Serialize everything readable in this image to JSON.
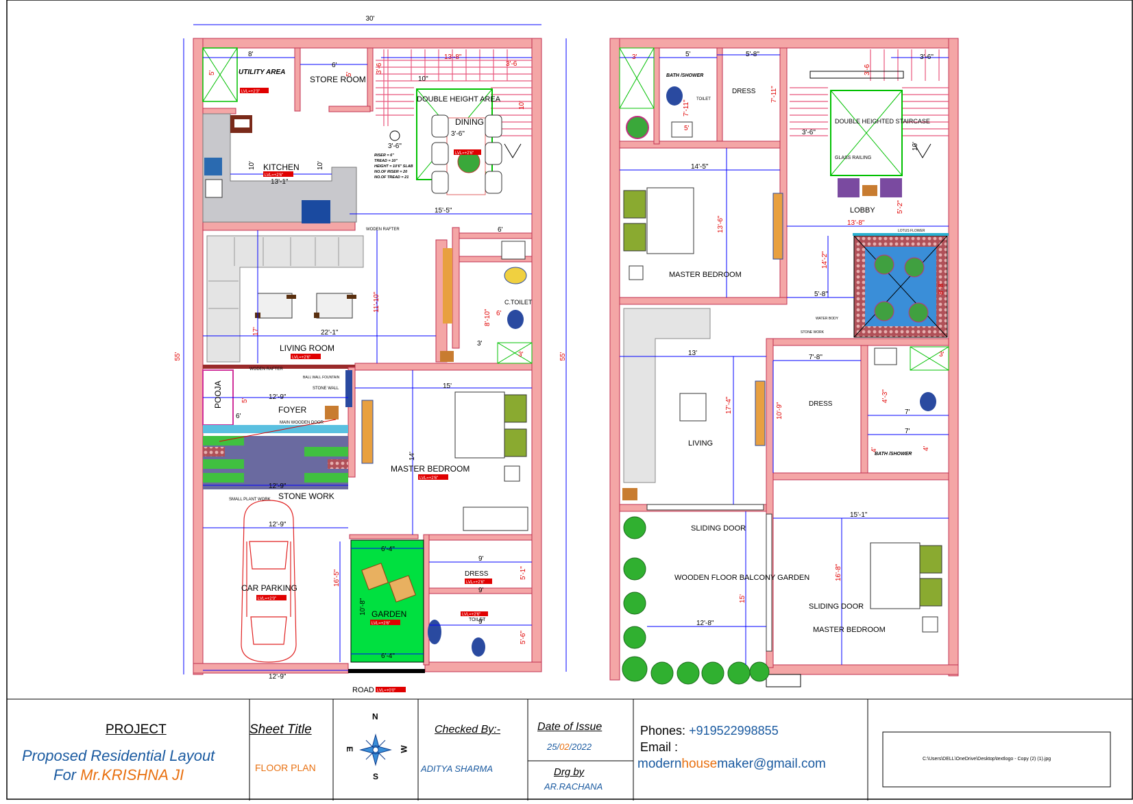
{
  "plan_left": {
    "dims": {
      "overall_width": "30'",
      "overall_height": "55'",
      "utility_w": "8'",
      "utility_h": "5'",
      "store_w": "6'",
      "store_h": "5'",
      "stair_top": "13'-8\"",
      "stair_side": "3'-6",
      "stair_left": "3'-6\"",
      "stair_tread": "10\"",
      "dining_h": "10'",
      "dining_w": "3'-6\"",
      "kitchen_w": "13'-1\"",
      "kitchen_h1": "10'",
      "kitchen_h2": "10'",
      "passage_w": "15'-5\"",
      "toilet_w": "6'",
      "toilet_h": "8'-10\"",
      "toilet_small": "6'",
      "wash_w": "3'",
      "wash_h": "3'",
      "living_w": "22'-1\"",
      "living_h1": "11'-10\"",
      "living_h2": "17'",
      "bedroom_w": "15'",
      "bedroom_h": "14'",
      "foyer_w": "12'-9\"",
      "foyer_h": "5'",
      "pooja_w": "6'",
      "stone_w": "12'-9\"",
      "car_w": "12'-9\"",
      "car_bottom": "12'-9\"",
      "garden_w_top": "6'-4\"",
      "garden_w_bottom": "6'-4\"",
      "garden_h": "10'-8\"",
      "side_h": "16'-5\"",
      "dress_w": "9'",
      "dress_w2": "9'",
      "dress_h": "5'-1\"",
      "toilet2_w": "9'",
      "toilet2_h": "5'-6\""
    },
    "labels": {
      "utility": "UTILITY AREA",
      "store": "STORE ROOM",
      "double_height": "DOUBLE HEIGHT AREA",
      "dining": "DINING",
      "kitchen": "KITCHEN",
      "living": "LIVING ROOM",
      "c_toilet": "C.TOILET",
      "pooja": "POOJA",
      "foyer": "FOYER",
      "main_door": "MAIN WOODEN DOOR",
      "stone_work": "STONE WORK",
      "small_plant": "SMALL PLANT WORK",
      "car_parking": "CAR PARKING",
      "master_bedroom": "MASTER BEDROOM",
      "garden": "GARDEN",
      "dress": "DRESS",
      "toilet": "TOILET",
      "road": "ROAD",
      "wooden_rafter_1": "WODEN RAFTER",
      "wooden_rafter_2": "WODEN RAFTER",
      "stone_wall": "STONE WALL",
      "ball_wall": "BALL WALL FOUNTAIN"
    },
    "stair_note": [
      "RISER = 6\"",
      "TREAD = 10\"",
      "HEIGHT = 10'6\" SLAB",
      "NO.OF RISER = 20",
      "NO.OF TREAD = 21"
    ],
    "levels": {
      "utility": "LVL=+2'3\"",
      "kitchen": "LVL=+2'6\"",
      "dining": "LVL=+2'6\"",
      "living": "LVL=+2'6\"",
      "bedroom": "LVL=+2'6\"",
      "car": "LVL=+2'0\"",
      "garden": "LVL=+2'6\"",
      "dress": "LVL=+2'6\"",
      "toilet": "LVL=+2'6\"",
      "road": "LVL=+0'0\""
    }
  },
  "plan_right": {
    "dims": {
      "top_3": "3'",
      "top_5": "5'",
      "dress_w": "5'-8\"",
      "stair_right": "3'-6\"",
      "stair_side": "3'-6",
      "toilet_h": "7'-11\"",
      "dress_h": "7'-11\"",
      "wash_5": "5'",
      "stair_left": "3'-6\"",
      "stair_10": "10'",
      "mb_w": "14'-5\"",
      "mb_h": "13'-6\"",
      "lobby_w": "13'-8\"",
      "lobby_h": "5'-2\"",
      "shaft_h": "14'-2\"",
      "shaft_w": "5'-8\"",
      "water_h": "8'-8\"",
      "living_w": "13'",
      "living_h": "17'-4\"",
      "dress2_w": "7'-8\"",
      "dress2_h": "10'-9\"",
      "bath_h": "4'-3\"",
      "bath_w1": "7'",
      "bath_w2": "7'",
      "bath_h2": "4'",
      "bath_h3": "4'",
      "small_3": "3'",
      "mb2_w": "15'-1\"",
      "mb2_h": "16'-8\"",
      "balcony_h": "15'",
      "balcony_w": "12'-8\""
    },
    "labels": {
      "bath_shower": "BATH /SHOWER",
      "toilet": "TOILET",
      "dress": "DRESS",
      "double_heighted": "DOUBLE HEIGHTED STAIRCASE",
      "glass_railing": "GLASS RAILING",
      "lobby": "LOBBY",
      "master_bedroom_1": "MASTER BEDROOM",
      "lotus": "LOTUS FLOWER",
      "water_body": "WATER BODY",
      "stone_work": "STONE WORK",
      "living": "LIVING",
      "dress_2": "DRESS",
      "bath_shower_2": "BATH /SHOWER",
      "sliding_door_1": "SLIDING DOOR",
      "sliding_door_2": "SLIDING DOOR",
      "master_bedroom_2": "MASTER BEDROOM",
      "balcony": "WOODEN FLOOR BALCONY GARDEN"
    }
  },
  "title_block": {
    "project_heading": "PROJECT",
    "project_line1": "Proposed Residential Layout",
    "project_for": "For ",
    "project_client": "Mr.KRISHNA JI",
    "sheet_title_heading": "Sheet Title",
    "sheet_title": "FLOOR PLAN",
    "compass": {
      "n": "N",
      "s": "S",
      "e": "E",
      "w": "W"
    },
    "checked_heading": "Checked By:-",
    "checked_name": "ADITYA SHARMA",
    "date_heading": "Date of Issue",
    "date_d": "25/",
    "date_m": "02",
    "date_y": "/2022",
    "drg_heading": "Drg by",
    "drg_name": "AR.RACHANA",
    "phones_label": "Phones:  ",
    "phones_value": "+919522998855",
    "email_label": "Email :",
    "email_a": "modern",
    "email_b": "house",
    "email_c": "maker",
    "email_d": "@gmail.com",
    "logo_path": "C:\\Users\\DELL\\OneDrive\\Desktop\\textlogo - Copy (2) (1).jpg"
  },
  "colors": {
    "wall": "#f4a6a6",
    "wall_stroke": "#c03050",
    "dim": "#0000ff",
    "dim_text": "#e00000",
    "garden": "#00e040",
    "plant": "#00b000",
    "level_bg": "#e00000",
    "stair": "#e8557a",
    "water": "#3a8ed8",
    "brown": "#c87c30"
  }
}
